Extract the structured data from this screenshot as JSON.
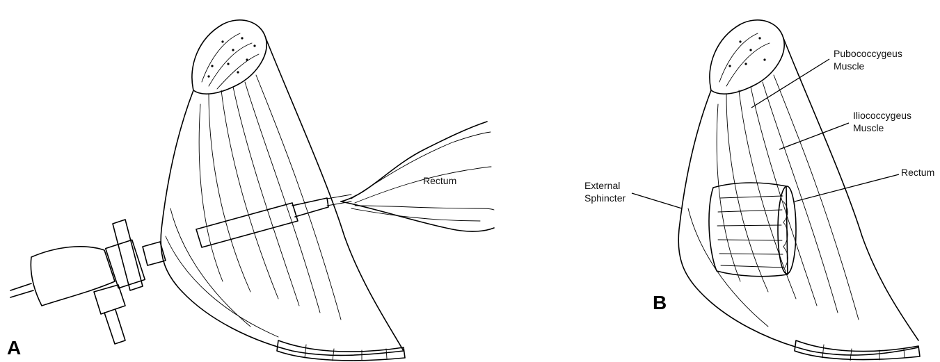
{
  "panels": {
    "a": {
      "letter": "A",
      "labels": {
        "rectum": "Rectum"
      }
    },
    "b": {
      "letter": "B",
      "labels": {
        "pubococcygeus_line1": "Pubococcygeus",
        "pubococcygeus_line2": "Muscle",
        "iliococcygeus_line1": "Iliococcygeus",
        "iliococcygeus_line2": "Muscle",
        "rectum": "Rectum",
        "external_sphincter_line1": "External",
        "external_sphincter_line2": "Sphincter"
      }
    }
  }
}
